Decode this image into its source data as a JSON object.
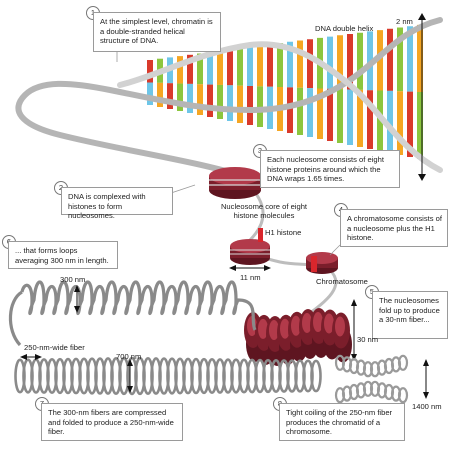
{
  "callouts": [
    {
      "num": "1",
      "text": "At the simplest level, chromatin is a double-stranded helical structure of DNA."
    },
    {
      "num": "2",
      "text": "DNA is complexed with histones to form nucleosomes."
    },
    {
      "num": "3",
      "text": "Each nucleosome consists of eight histone proteins around which the DNA wraps 1.65 times."
    },
    {
      "num": "4",
      "text": "A chromatosome consists of a nucleosome plus the H1 histone."
    },
    {
      "num": "5",
      "text": "The nucleosomes fold up to produce a 30-nm fiber..."
    },
    {
      "num": "6",
      "text": "... that forms loops averaging 300 nm in length."
    },
    {
      "num": "7",
      "text": "The 300-nm fibers are compressed and folded to produce a 250-nm-wide fiber."
    },
    {
      "num": "8",
      "text": "Tight coiling of the 250-nm fiber produces the chromatid of a chromosome."
    }
  ],
  "labels": {
    "dna_helix": "DNA double helix",
    "two_nm": "2 nm",
    "nucleosome_core": "Nucleosome core of eight histone molecules",
    "h1_histone": "H1 histone",
    "eleven_nm": "11 nm",
    "chromatosome": "Chromatosome",
    "thirty_nm": "30 nm",
    "three_hundred_nm": "300 nm",
    "fiber_250": "250-nm-wide fiber",
    "seven_hundred_nm": "700 nm",
    "fourteen_hundred_nm": "1400 nm"
  },
  "colors": {
    "dna_backbone": "#a9a9a9",
    "histone": "#7b1e2b",
    "histone_light": "#b23a4a",
    "h1": "#d9262c",
    "fiber": "#8a8a8a",
    "base_red": "#d93a2b",
    "base_green": "#8cc63e",
    "base_blue": "#6ec6e8",
    "base_orange": "#f5a623"
  }
}
